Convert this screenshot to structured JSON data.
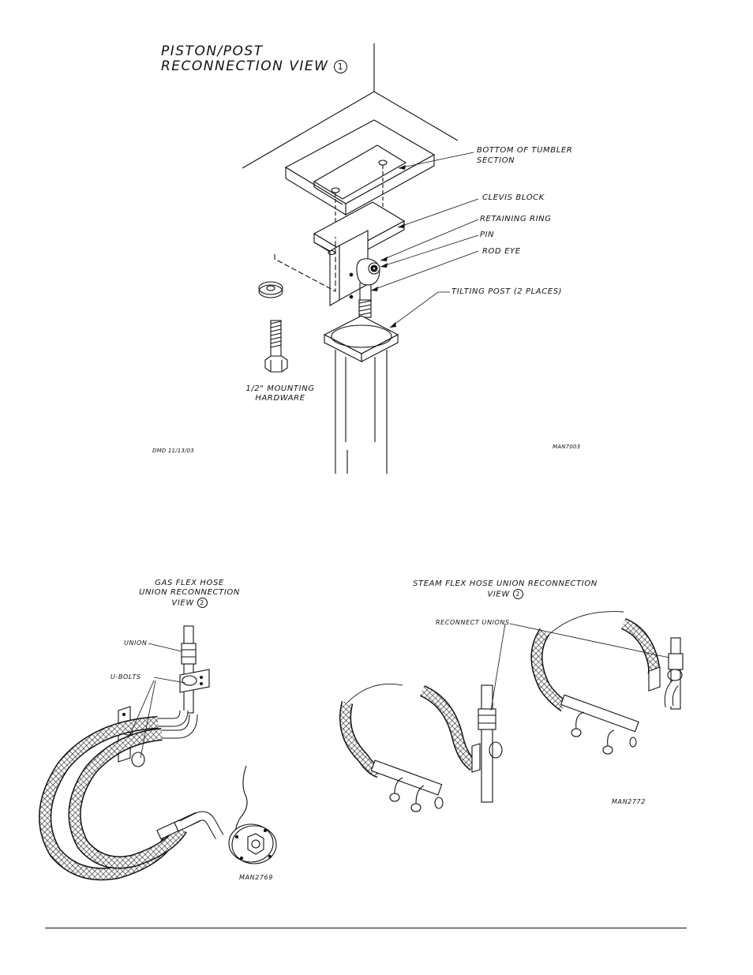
{
  "piston_view": {
    "title_line1": "PISTON/POST",
    "title_line2": "RECONNECTION  VIEW",
    "view_number": "1",
    "callouts": {
      "tumbler": [
        "BOTTOM  OF  TUMBLER",
        "SECTION"
      ],
      "clevis": "CLEVIS  BLOCK",
      "ring": "RETAINING  RING",
      "pin": "PIN",
      "rod_eye": "ROD  EYE",
      "post": "TILTING  POST  (2  PLACES)"
    },
    "hardware": [
      "1/2\"  MOUNTING",
      "HARDWARE"
    ],
    "drawn_by": "DMD  11/13/03",
    "drawing_id": "MAN7003"
  },
  "gas_view": {
    "title": [
      "GAS  FLEX  HOSE",
      "UNION  RECONNECTION",
      "VIEW"
    ],
    "view_number": "2",
    "labels": {
      "union": "UNION",
      "ubolts": "U-BOLTS"
    },
    "drawing_id": "MAN2769"
  },
  "steam_view": {
    "title": [
      "STEAM  FLEX  HOSE  UNION  RECONNECTION",
      "VIEW"
    ],
    "view_number": "2",
    "labels": {
      "unions": "RECONNECT  UNIONS"
    },
    "drawing_id": "MAN2772"
  }
}
